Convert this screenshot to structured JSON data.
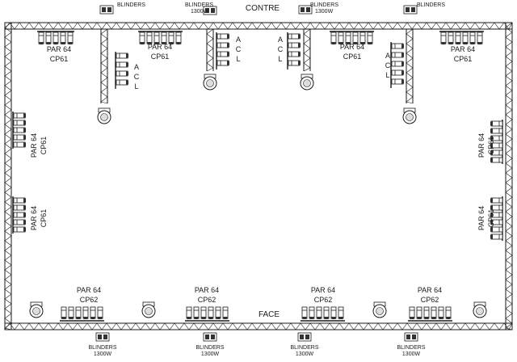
{
  "labels": {
    "contre": "CONTRE",
    "face": "FACE",
    "blinders": "BLINDERS",
    "blinders_power": "1300W",
    "par64": "PAR 64",
    "cp61": "CP61",
    "cp62": "CP62",
    "acl_a": "A",
    "acl_c": "C",
    "acl_l": "L"
  },
  "colors": {
    "line": "#1a1a1a",
    "background": "#ffffff",
    "fixture": "#333333"
  }
}
